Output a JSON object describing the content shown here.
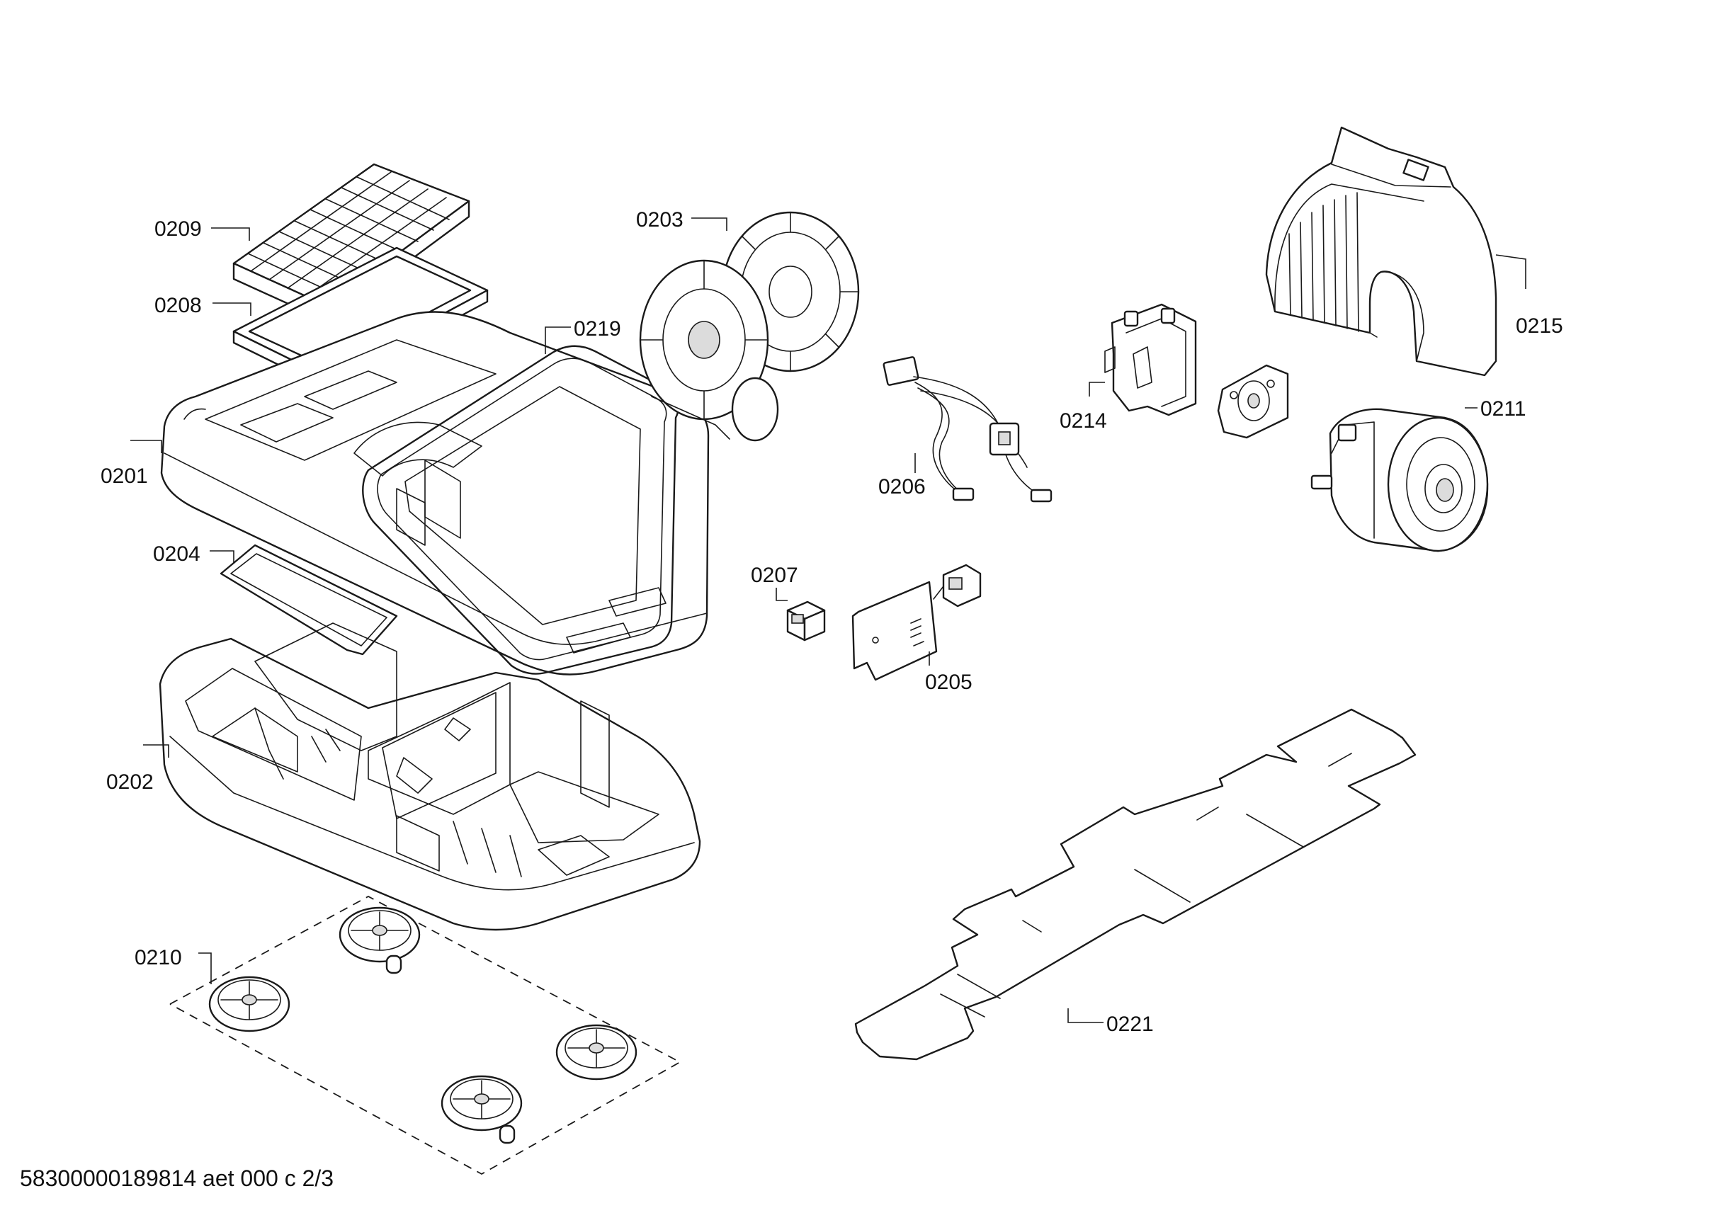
{
  "callouts": {
    "c0209": "0209",
    "c0208": "0208",
    "c0201": "0201",
    "c0204": "0204",
    "c0202": "0202",
    "c0210": "0210",
    "c0219": "0219",
    "c0203": "0203",
    "c0206": "0206",
    "c0207": "0207",
    "c0205": "0205",
    "c0214": "0214",
    "c0215": "0215",
    "c0211": "0211",
    "c0221": "0221"
  },
  "footer": {
    "doc_code": "58300000189814 aet 000 c 2/3"
  },
  "colors": {
    "line": "#1a1a1a",
    "background": "#ffffff"
  }
}
